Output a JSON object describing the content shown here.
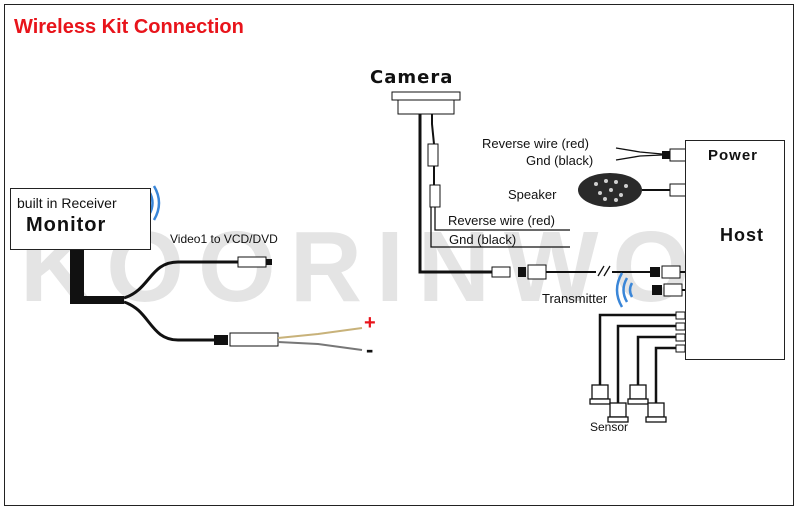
{
  "title": "Wireless Kit Connection",
  "watermark": "KOORINWOO",
  "camera": {
    "label": "Camera"
  },
  "monitor": {
    "receiver_label": "built in Receiver",
    "label": "Monitor"
  },
  "video_label": "Video1 to VCD/DVD",
  "power_polarity": {
    "plus": "+",
    "minus": "-"
  },
  "camera_wires": {
    "reverse": "Reverse wire (red)",
    "gnd": "Gnd (black)"
  },
  "host_wires": {
    "reverse": "Reverse wire (red)",
    "gnd": "Gnd (black)",
    "speaker": "Speaker"
  },
  "host": {
    "label": "Host",
    "power_label": "Power"
  },
  "transmitter_label": "Transmitter",
  "sensor_label": "Sensor",
  "colors": {
    "title": "#e8141b",
    "plus": "#e8141b",
    "wireless": "#3a86d8",
    "watermark": "#dcdcdc"
  }
}
